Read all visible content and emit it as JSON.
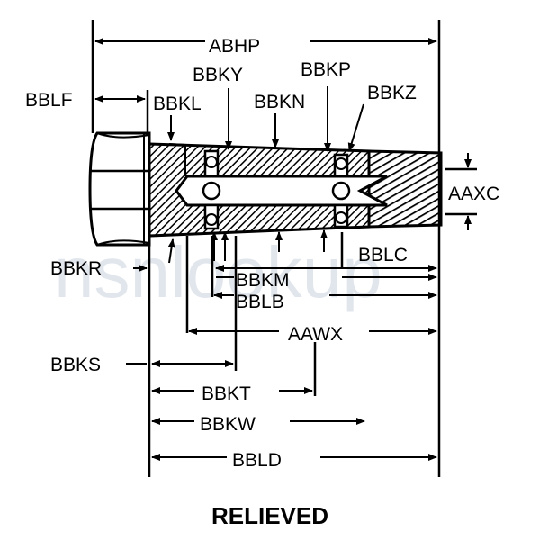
{
  "labels": {
    "abhp": "ABHP",
    "bblf": "BBLF",
    "bbky": "BBKY",
    "bbkp": "BBKP",
    "bbkl": "BBKL",
    "bbkn": "BBKN",
    "bbkz": "BBKZ",
    "aaxc": "AAXC",
    "bbkr": "BBKR",
    "bblc": "BBLC",
    "bbkm": "BBKM",
    "bblb": "BBLB",
    "aawx": "AAWX",
    "bbks": "BBKS",
    "bbkt": "BBKT",
    "bbkw": "BBKW",
    "bbld": "BBLD"
  },
  "caption": "RELIEVED",
  "watermark": "nsnlookup",
  "colors": {
    "ink": "#000000",
    "paper": "#ffffff",
    "watermark": "#c9d3df",
    "accent": "#f0a040"
  }
}
